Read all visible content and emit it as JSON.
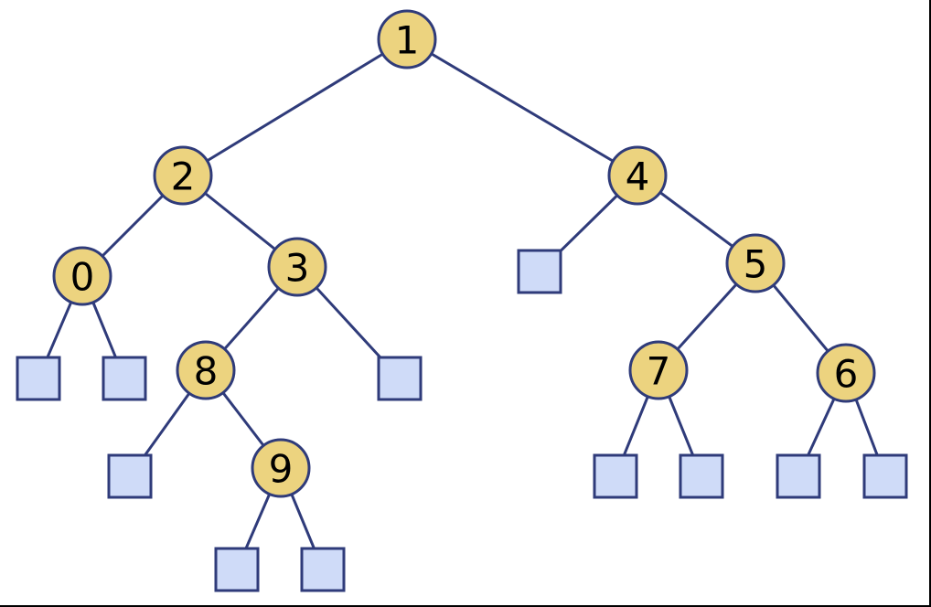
{
  "colors": {
    "node_fill": "#ecd37f",
    "leaf_fill": "#cfdbf8",
    "stroke": "#2f3b7a"
  },
  "tree": {
    "nodes": [
      {
        "id": "n1",
        "label": "1"
      },
      {
        "id": "n2",
        "label": "2"
      },
      {
        "id": "n4",
        "label": "4"
      },
      {
        "id": "n0",
        "label": "0"
      },
      {
        "id": "n3",
        "label": "3"
      },
      {
        "id": "n5",
        "label": "5"
      },
      {
        "id": "n8",
        "label": "8"
      },
      {
        "id": "n7",
        "label": "7"
      },
      {
        "id": "n6",
        "label": "6"
      },
      {
        "id": "n9",
        "label": "9"
      }
    ],
    "leaf_count": 11
  }
}
